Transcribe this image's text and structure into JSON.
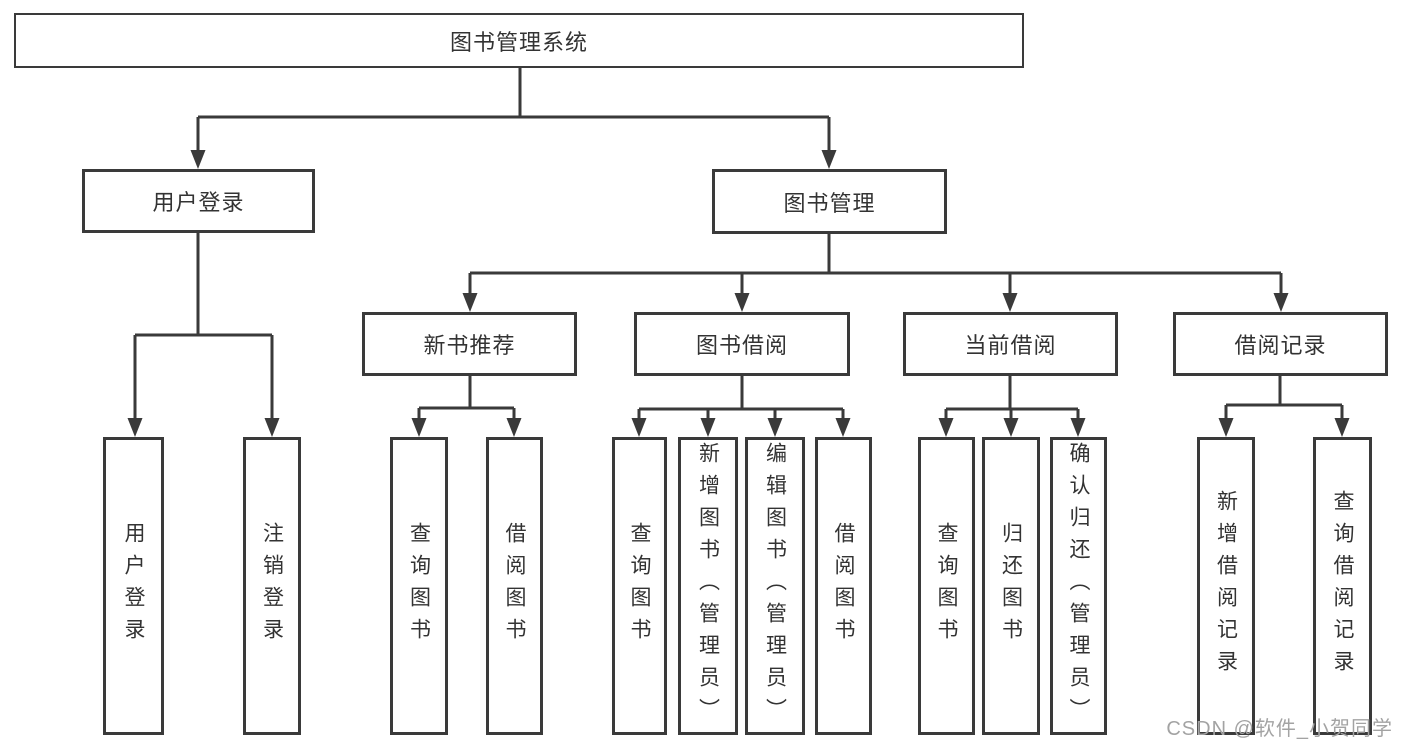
{
  "tree": {
    "root": "图书管理系统",
    "branches": [
      {
        "label": "用户登录",
        "children": [
          "用户登录",
          "注销登录"
        ]
      },
      {
        "label": "图书管理",
        "groups": [
          {
            "label": "新书推荐",
            "children": [
              "查询图书",
              "借阅图书"
            ]
          },
          {
            "label": "图书借阅",
            "children": [
              "查询图书",
              "新增图书（管理员）",
              "编辑图书（管理员）",
              "借阅图书"
            ]
          },
          {
            "label": "当前借阅",
            "children": [
              "查询图书",
              "归还图书",
              "确认归还（管理员）"
            ]
          },
          {
            "label": "借阅记录",
            "children": [
              "新增借阅记录",
              "查询借阅记录"
            ]
          }
        ]
      }
    ]
  },
  "watermark": "CSDN @软件_小贺同学",
  "colors": {
    "line": "#3a3a3a",
    "text": "#333333",
    "watermark": "#a3a3a3",
    "background": "#ffffff"
  }
}
